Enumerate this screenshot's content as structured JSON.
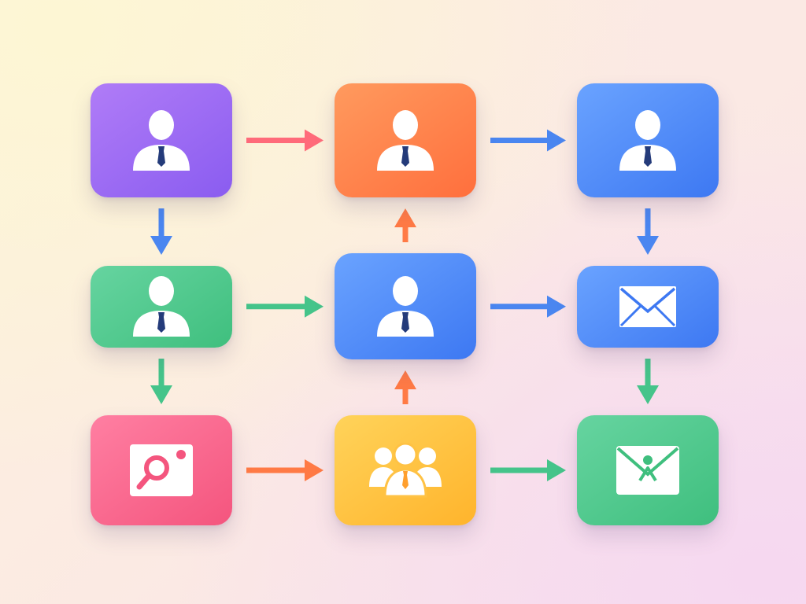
{
  "colors": {
    "purple": [
      "#b07cf7",
      "#8a5cf0"
    ],
    "orange": [
      "#ff9a5e",
      "#ff6f3d"
    ],
    "blue": [
      "#6aa3ff",
      "#3d78f2"
    ],
    "green": [
      "#66d4a0",
      "#3fbf7e"
    ],
    "pink": [
      "#ff7fa2",
      "#f4557e"
    ],
    "yellow": [
      "#ffd35a",
      "#ffb42c"
    ],
    "arrow_red": "#ff6b7a",
    "arrow_blue": "#4a86f0",
    "arrow_green": "#45c48a",
    "arrow_orange": "#ff7a45"
  },
  "nodes": [
    {
      "id": "user-purple",
      "color": "purple",
      "icon": "person-icon"
    },
    {
      "id": "user-orange",
      "color": "orange",
      "icon": "person-icon"
    },
    {
      "id": "user-blue-top",
      "color": "blue",
      "icon": "person-icon"
    },
    {
      "id": "user-green",
      "color": "green",
      "icon": "person-icon"
    },
    {
      "id": "user-blue-center",
      "color": "blue",
      "icon": "person-icon"
    },
    {
      "id": "mail-blue",
      "color": "blue",
      "icon": "envelope-icon"
    },
    {
      "id": "search-pink",
      "color": "pink",
      "icon": "search-photo-icon"
    },
    {
      "id": "team-yellow",
      "color": "yellow",
      "icon": "group-icon"
    },
    {
      "id": "mail-green",
      "color": "green",
      "icon": "envelope-person-icon"
    }
  ],
  "edges": [
    {
      "from": "user-purple",
      "to": "user-orange",
      "color": "arrow_red"
    },
    {
      "from": "user-orange",
      "to": "user-blue-top",
      "color": "arrow_blue"
    },
    {
      "from": "user-purple",
      "to": "user-green",
      "color": "arrow_blue"
    },
    {
      "from": "user-blue-center",
      "to": "user-orange",
      "color": "arrow_orange"
    },
    {
      "from": "user-blue-top",
      "to": "mail-blue",
      "color": "arrow_blue"
    },
    {
      "from": "user-green",
      "to": "user-blue-center",
      "color": "arrow_green"
    },
    {
      "from": "user-blue-center",
      "to": "mail-blue",
      "color": "arrow_blue"
    },
    {
      "from": "user-green",
      "to": "search-pink",
      "color": "arrow_green"
    },
    {
      "from": "team-yellow",
      "to": "user-blue-center",
      "color": "arrow_orange"
    },
    {
      "from": "mail-blue",
      "to": "mail-green",
      "color": "arrow_green"
    },
    {
      "from": "search-pink",
      "to": "team-yellow",
      "color": "arrow_orange"
    },
    {
      "from": "team-yellow",
      "to": "mail-green",
      "color": "arrow_green"
    }
  ]
}
